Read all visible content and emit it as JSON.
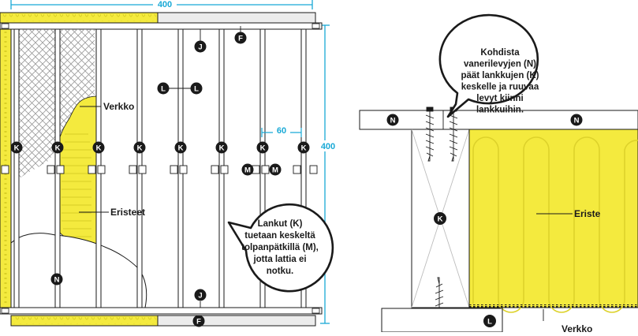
{
  "colors": {
    "insulation": "#f4ea3e",
    "dimension": "#19a9d6",
    "ink": "#1a1a1a",
    "board": "#ececec",
    "hatch": "#cfcfcf"
  },
  "plan": {
    "dim_top": "400",
    "dim_right": "400",
    "dim_spacing": "60",
    "label_verkko": "Verkko",
    "label_eristeet": "Eristeet",
    "bubble_lines": [
      "Lankut (K)",
      "tuetaan keskeltä",
      "tolpanpätkillä (M),",
      "jotta lattia ei",
      "notku."
    ],
    "markers": {
      "K": "K",
      "J": "J",
      "F": "F",
      "L": "L",
      "M": "M",
      "N": "N"
    }
  },
  "section": {
    "bubble_lines": [
      "Kohdista",
      "vanerilevyjen (N)",
      "päät lankkujen (K)",
      "keskelle ja ruuvaa",
      "levyt kiinni",
      "lankkuihin."
    ],
    "label_eriste": "Eriste",
    "label_verkko": "Verkko",
    "markers": {
      "N": "N",
      "K": "K",
      "L": "L"
    }
  }
}
